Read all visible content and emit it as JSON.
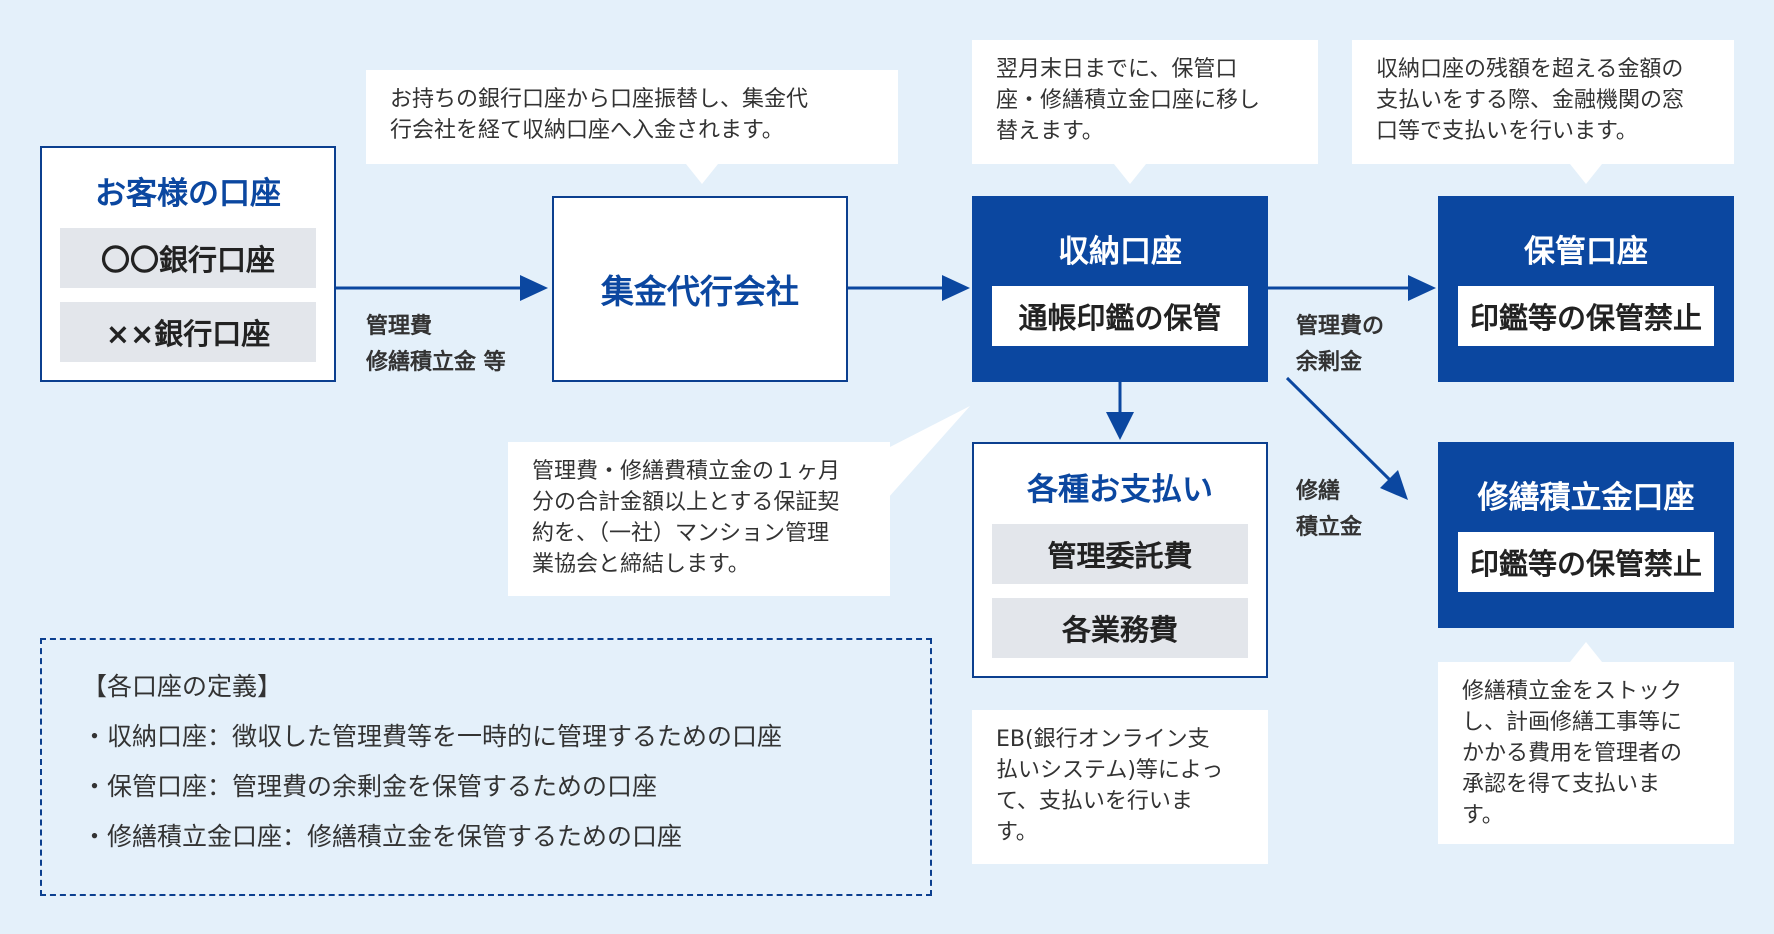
{
  "customer": {
    "title": "お客様の口座",
    "accounts": [
      "〇〇銀行口座",
      "××銀行口座"
    ]
  },
  "edge_label_fees": [
    "管理費",
    "修繕積立金 等"
  ],
  "collector": {
    "title": "集金代行会社"
  },
  "receiving": {
    "title": "収納口座",
    "chip": "通帳印鑑の保管"
  },
  "storage": {
    "title": "保管口座",
    "chip": "印鑑等の保管禁止"
  },
  "repair": {
    "title": "修繕積立金口座",
    "chip": "印鑑等の保管禁止"
  },
  "payments": {
    "title": "各種お支払い",
    "items": [
      "管理委託費",
      "各業務費"
    ]
  },
  "edge_label_surplus": [
    "管理費の",
    "余剰金"
  ],
  "edge_label_repair": [
    "修繕",
    "積立金"
  ],
  "notes": {
    "transfer": [
      "お持ちの銀行口座から口座振替し、集金代",
      "行会社を経て収納口座へ入金されます。"
    ],
    "move": [
      "翌月末日までに、保管口",
      "座・修繕積立金口座に移し",
      "替えます。"
    ],
    "excess": [
      "収納口座の残額を超える金額の",
      "支払いをする際、金融機関の窓",
      "口等で支払いを行います。"
    ],
    "guarantee": [
      "管理費・修繕費積立金の１ヶ月",
      "分の合計金額以上とする保証契",
      "約を、（一社）マンション管理",
      "業協会と締結します。"
    ],
    "eb": [
      "EB(銀行オンライン支",
      "払いシステム)等によっ",
      "て、支払いを行いま",
      "す。"
    ],
    "stock": [
      "修繕積立金をストック",
      "し、計画修繕工事等に",
      "かかる費用を管理者の",
      "承認を得て支払いま",
      "す。"
    ]
  },
  "legend": [
    "【各口座の定義】",
    "・収納口座：徴収した管理費等を一時的に管理するための口座",
    "・保管口座：管理費の余剰金を保管するための口座",
    "・修繕積立金口座：修繕積立金を保管するための口座"
  ],
  "colors": {
    "navy": "#0b47a0",
    "background": "#e4f0fa",
    "chip_grey": "#e3e6eb"
  }
}
